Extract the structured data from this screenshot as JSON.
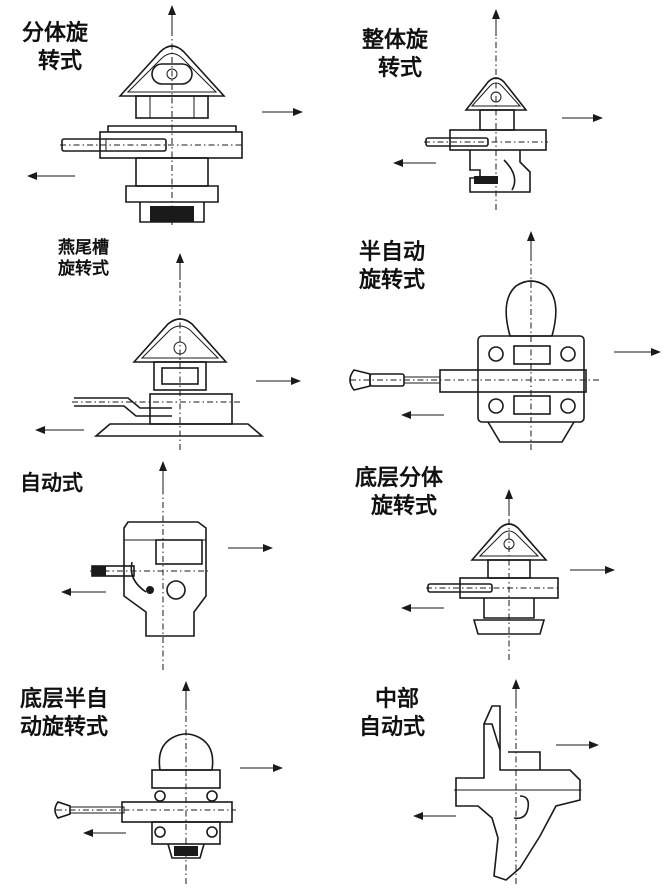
{
  "diagrams": [
    {
      "lines": [
        "分体旋",
        "转式"
      ]
    },
    {
      "lines": [
        "整体旋",
        "转式"
      ]
    },
    {
      "lines": [
        "燕尾槽",
        "旋转式"
      ]
    },
    {
      "lines": [
        "半自动",
        "旋转式"
      ]
    },
    {
      "lines": [
        "自动式"
      ]
    },
    {
      "lines": [
        "底层分体",
        "旋转式"
      ]
    },
    {
      "lines": [
        "底层半自",
        "动旋转式"
      ]
    },
    {
      "lines": [
        "中部",
        "自动式"
      ]
    }
  ]
}
